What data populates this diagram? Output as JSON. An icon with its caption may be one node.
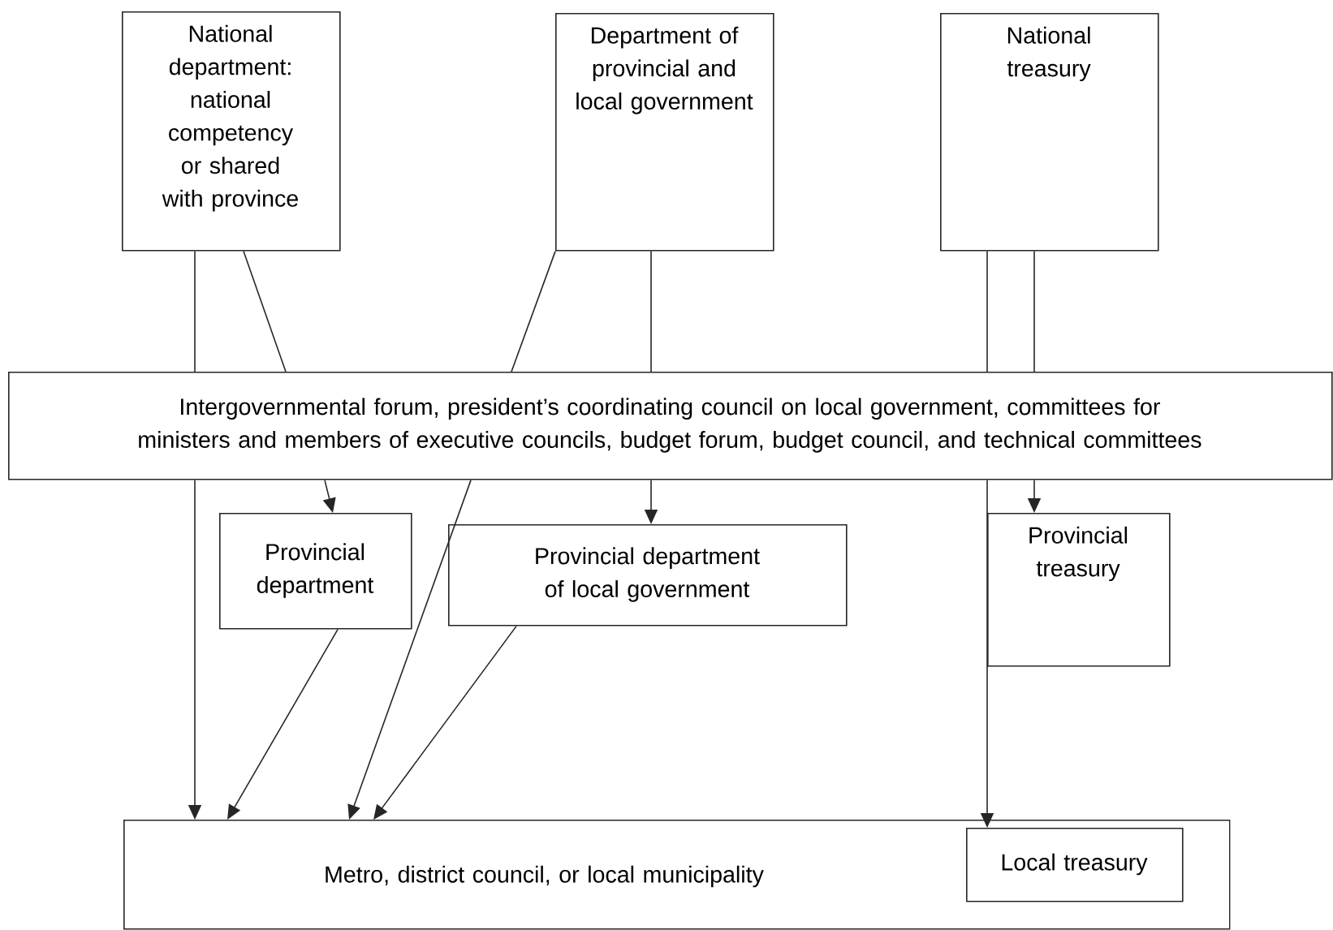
{
  "diagram": {
    "nodes": [
      {
        "text": [
          "National department: national competency or shared with province"
        ]
      },
      {
        "text": [
          "Department of provincial and local government"
        ]
      },
      {
        "text": [
          "National treasury"
        ]
      },
      {
        "text": [
          "Intergovernmental forum, president’s coordinating council on local government, committees for ministers and members of executive councils, budget forum, budget council, and technical committees"
        ]
      },
      {
        "text": [
          "Provincial department"
        ]
      },
      {
        "text": [
          "Provincial department of local government"
        ]
      },
      {
        "text": [
          "Provincial treasury"
        ]
      },
      {
        "text": [
          "Metro, district council, or local municipality"
        ]
      },
      {
        "text": [
          "Local treasury"
        ],
        "in": 7
      }
    ],
    "edges": [
      {
        "from": 0,
        "to": 3,
        "arrow": "none"
      },
      {
        "from": 0,
        "to": 3,
        "arrow": "none"
      },
      {
        "from": 1,
        "to": 3,
        "arrow": "none"
      },
      {
        "from": 1,
        "to": 3,
        "arrow": "none"
      },
      {
        "from": 2,
        "to": 3,
        "arrow": "none"
      },
      {
        "from": 2,
        "to": 3,
        "arrow": "none"
      },
      {
        "from": 3,
        "to": 7,
        "arrow": "to"
      },
      {
        "from": 3,
        "to": 4,
        "arrow": "to"
      },
      {
        "from": 3,
        "to": 7,
        "arrow": "to"
      },
      {
        "from": 3,
        "to": 5,
        "arrow": "to"
      },
      {
        "from": 3,
        "to": 8,
        "arrow": "to"
      },
      {
        "from": 3,
        "to": 6,
        "arrow": "to"
      },
      {
        "from": 4,
        "to": 7,
        "arrow": "to"
      },
      {
        "from": 5,
        "to": 7,
        "arrow": "to"
      }
    ]
  }
}
